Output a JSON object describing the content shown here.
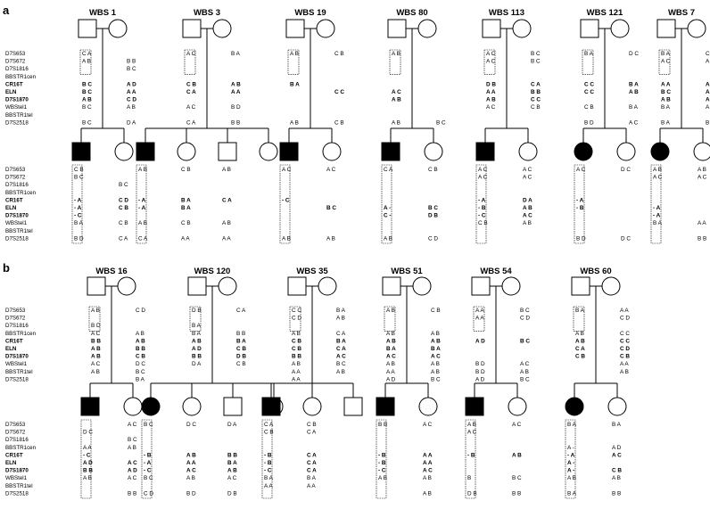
{
  "panels": [
    {
      "label": "a",
      "marker_sets": [
        [
          "D7S653",
          "D7S672",
          "D7S1816",
          "BBSTR1cen",
          "CR16T",
          "ELN",
          "D7S1870",
          "WBStel1",
          "BBSTR1tel",
          "D7S2518"
        ],
        [
          "D7S653",
          "D7S672",
          "D7S1816",
          "BBSTR1cen",
          "CR16T",
          "ELN",
          "D7S1870",
          "WBStel1",
          "BBSTR1tel",
          "D7S2518"
        ]
      ],
      "bold_markers": [
        "CR16T",
        "ELN",
        "D7S1870"
      ],
      "families": [
        {
          "name": "WBS 1",
          "sex": [
            "m",
            "f"
          ],
          "status": "affected",
          "affected_sex": "m",
          "kids": 1,
          "parents": [
            [
              "C A",
              "A B",
              "",
              "",
              "B C",
              "B C",
              "A B",
              "B C",
              "",
              "B C"
            ],
            [
              "",
              "B B",
              "B C",
              "",
              "A D",
              "A A",
              "C D",
              "A B",
              "",
              "D A"
            ]
          ],
          "child": [
            "C B",
            "B C",
            "",
            "",
            "- A",
            "- A",
            "- C",
            "B A",
            "",
            "B D"
          ],
          "sibs": [
            [
              "",
              "",
              "B C",
              "",
              "C D",
              "C B",
              "",
              "C B",
              "",
              "C A"
            ]
          ]
        },
        {
          "name": "WBS 3",
          "sex": [
            "m",
            "f"
          ],
          "status": "affected",
          "affected_sex": "m",
          "kids": 3,
          "parents": [
            [
              "A C",
              "",
              "",
              "",
              "C B",
              "C A",
              "",
              "A C",
              "",
              "C A"
            ],
            [
              "B A",
              "",
              "",
              "",
              "A B",
              "A A",
              "",
              "B D",
              "",
              "B B"
            ]
          ],
          "child": [
            "A B",
            "",
            "",
            "",
            "- A",
            "- A",
            "",
            "A B",
            "",
            "C A"
          ],
          "sibs": [
            [
              "C B",
              "",
              "",
              "",
              "B A",
              "B A",
              "",
              "C B",
              "",
              "A A"
            ],
            [
              "A B",
              "",
              "",
              "",
              "C A",
              "",
              "",
              "A B",
              "",
              "A A"
            ]
          ]
        },
        {
          "name": "WBS 19",
          "sex": [
            "m",
            "f"
          ],
          "status": "affected",
          "affected_sex": "m",
          "kids": 1,
          "parents": [
            [
              "A B",
              "",
              "",
              "",
              "B A",
              "",
              "",
              "",
              "",
              "A B"
            ],
            [
              "C B",
              "",
              "",
              "",
              "",
              "C C",
              "",
              "",
              "",
              "C B"
            ]
          ],
          "child": [
            "A C",
            "",
            "",
            "",
            "- C",
            "",
            "",
            "",
            "",
            "A B"
          ],
          "sibs": [
            [
              "A C",
              "",
              "",
              "",
              "",
              "B C",
              "",
              "",
              "",
              "A B"
            ]
          ]
        },
        {
          "name": "WBS 80",
          "sex": [
            "m",
            "f"
          ],
          "status": "affected",
          "affected_sex": "m",
          "kids": 1,
          "parents": [
            [
              "A B",
              "",
              "",
              "",
              "",
              "A C",
              "A B",
              "",
              "",
              "A B"
            ],
            [
              "",
              "",
              "",
              "",
              "",
              "",
              "",
              "",
              "",
              "B C"
            ]
          ],
          "child": [
            "C A",
            "",
            "",
            "",
            "",
            "A -",
            "C -",
            "",
            "",
            "A B"
          ],
          "sibs": [
            [
              "C B",
              "",
              "",
              "",
              "",
              "B C",
              "D B",
              "",
              "",
              "C D"
            ]
          ]
        },
        {
          "name": "WBS 113",
          "sex": [
            "m",
            "f"
          ],
          "status": "affected",
          "affected_sex": "m",
          "kids": 1,
          "parents": [
            [
              "A C",
              "A C",
              "",
              "",
              "D B",
              "A A",
              "A B",
              "A C",
              "",
              ""
            ],
            [
              "B C",
              "B C",
              "",
              "",
              "C A",
              "B B",
              "C C",
              "C B",
              "",
              ""
            ]
          ],
          "child": [
            "A C",
            "A C",
            "",
            "",
            "- A",
            "- B",
            "- C",
            "C B",
            "",
            ""
          ],
          "sibs": [
            [
              "A C",
              "A C",
              "",
              "",
              "D A",
              "A B",
              "A C",
              "A B",
              "",
              ""
            ]
          ]
        },
        {
          "name": "WBS 121",
          "sex": [
            "m",
            "f"
          ],
          "status": "affected",
          "affected_sex": "f",
          "kids": 1,
          "parents": [
            [
              "B A",
              "",
              "",
              "",
              "C C",
              "C C",
              "",
              "C B",
              "",
              "B D"
            ],
            [
              "D C",
              "",
              "",
              "",
              "B A",
              "A B",
              "",
              "B A",
              "",
              "A C"
            ]
          ],
          "child": [
            "A C",
            "",
            "",
            "",
            "- A",
            "- B",
            "",
            "",
            "",
            "B D"
          ],
          "sibs": [
            [
              "D C",
              "",
              "",
              "",
              "",
              "",
              "",
              "",
              "",
              "D C"
            ]
          ]
        },
        {
          "name": "WBS 7",
          "sex": [
            "m",
            "f"
          ],
          "status": "affected",
          "affected_sex": "f",
          "kids": 1,
          "parents": [
            [
              "B A",
              "A C",
              "",
              "",
              "A A",
              "B C",
              "A B",
              "B A",
              "",
              "B A"
            ],
            [
              "C B",
              "A B",
              "",
              "",
              "A A",
              "A D",
              "A A",
              "A B",
              "",
              "B B"
            ]
          ],
          "child": [
            "A B",
            "A C",
            "",
            "",
            "",
            "- A",
            "- A",
            "B A",
            "",
            ""
          ],
          "sibs": [
            [
              "A B",
              "A C",
              "",
              "",
              "",
              "",
              "",
              "A A",
              "",
              "B B"
            ]
          ]
        }
      ]
    },
    {
      "label": "b",
      "marker_sets": [
        [
          "D7S653",
          "D7S672",
          "D7S1816",
          "BBSTR1cen",
          "CR16T",
          "ELN",
          "D7S1870",
          "WBStel1",
          "BBSTR1tel",
          "D7S2518"
        ],
        [
          "D7S653",
          "D7S672",
          "D7S1816",
          "BBSTR1cen",
          "CR16T",
          "ELN",
          "D7S1870",
          "WBStel1",
          "BBSTR1tel",
          "D7S2518"
        ]
      ],
      "bold_markers": [
        "CR16T",
        "ELN",
        "D7S1870"
      ],
      "families": [
        {
          "name": "WBS 16",
          "sex": [
            "m",
            "f"
          ],
          "status": "affected",
          "affected_sex": "m",
          "kids": 1,
          "parents": [
            [
              "A B",
              "",
              "B D",
              "A C",
              "B B",
              "A B",
              "A B",
              "A C",
              "A B",
              ""
            ],
            [
              "C D",
              "",
              "",
              "A B",
              "A B",
              "B B",
              "C B",
              "D C",
              "B C",
              "B A"
            ]
          ],
          "child": [
            "",
            "D C",
            "",
            "A A",
            "- C",
            "A D",
            "B B",
            "A B",
            "",
            ""
          ],
          "sibs": [
            [
              "A C",
              "",
              "B C",
              "A B",
              "",
              "A C",
              "A D",
              "A C",
              "",
              "B B"
            ]
          ]
        },
        {
          "name": "WBS 120",
          "sex": [
            "m",
            "f"
          ],
          "status": "affected",
          "affected_sex": "f",
          "kids": 3,
          "parents": [
            [
              "D B",
              "",
              "B A",
              "B A",
              "A B",
              "A D",
              "B B",
              "D A",
              "",
              ""
            ],
            [
              "C A",
              "",
              "",
              "B B",
              "B A",
              "C B",
              "D B",
              "C B",
              "",
              ""
            ]
          ],
          "child": [
            "B C",
            "",
            "",
            "",
            "- B",
            "- A",
            "- C",
            "B C",
            "",
            "C D"
          ],
          "sibs": [
            [
              "D C",
              "",
              "",
              "",
              "A B",
              "A A",
              "A C",
              "A B",
              "",
              "B D"
            ],
            [
              "D A",
              "",
              "",
              "",
              "B B",
              "B A",
              "A B",
              "A C",
              "",
              "D B"
            ]
          ]
        },
        {
          "name": "WBS 35",
          "sex": [
            "m",
            "f"
          ],
          "status": "affected",
          "affected_sex": "m",
          "kids": 2,
          "parents": [
            [
              "C C",
              "C D",
              "",
              "A B",
              "C B",
              "C B",
              "B B",
              "A B",
              "A A",
              "A A"
            ],
            [
              "B A",
              "A B",
              "",
              "C A",
              "B A",
              "C A",
              "A C",
              "B C",
              "A B",
              ""
            ]
          ],
          "child": [
            "C A",
            "C B",
            "",
            "",
            "- B",
            "- B",
            "- C",
            "B A",
            "A A",
            ""
          ],
          "sibs": [
            [
              "C B",
              "C A",
              "",
              "",
              "C A",
              "C A",
              "C A",
              "B A",
              "A A",
              ""
            ]
          ]
        },
        {
          "name": "WBS 51",
          "sex": [
            "m",
            "f"
          ],
          "status": "affected",
          "affected_sex": "m",
          "kids": 1,
          "parents": [
            [
              "A B",
              "",
              "",
              "A B",
              "A B",
              "B A",
              "A C",
              "A B",
              "A A",
              "A D"
            ],
            [
              "C B",
              "",
              "",
              "A B",
              "A B",
              "B A",
              "A C",
              "A B",
              "A B",
              "B C"
            ]
          ],
          "child": [
            "B B",
            "",
            "",
            "",
            "- B",
            "- B",
            "- C",
            "A B",
            "",
            ""
          ],
          "sibs": [
            [
              "A C",
              "",
              "",
              "",
              "A A",
              "A A",
              "A C",
              "A B",
              "",
              "A B"
            ]
          ]
        },
        {
          "name": "WBS 54",
          "sex": [
            "m",
            "f"
          ],
          "status": "affected",
          "affected_sex": "m",
          "kids": 1,
          "parents": [
            [
              "A A",
              "A A",
              "",
              "",
              "A D",
              "",
              "",
              "B D",
              "B D",
              "A D"
            ],
            [
              "B C",
              "C D",
              "",
              "",
              "B C",
              "",
              "",
              "A C",
              "A B",
              "B C"
            ]
          ],
          "child": [
            "A B",
            "A C",
            "",
            "",
            "- B",
            "",
            "",
            "B",
            "",
            "D B"
          ],
          "sibs": [
            [
              "A C",
              "",
              "",
              "",
              "A B",
              "",
              "",
              "B C",
              "",
              "B B"
            ]
          ]
        },
        {
          "name": "WBS 60",
          "sex": [
            "m",
            "f"
          ],
          "status": "affected",
          "affected_sex": "f",
          "kids": 1,
          "parents": [
            [
              "B A",
              "",
              "",
              "A B",
              "A B",
              "C A",
              "C B",
              "",
              "",
              ""
            ],
            [
              "A A",
              "C D",
              "",
              "C C",
              "C C",
              "C D",
              "C B",
              "A A",
              "A B",
              ""
            ]
          ],
          "child": [
            "B A",
            "",
            "",
            "A -",
            "- A",
            "A -",
            "A -",
            "A B",
            "",
            "B A"
          ],
          "sibs": [
            [
              "B A",
              "",
              "",
              "A D",
              "A C",
              "",
              "C B",
              "A B",
              "",
              "B B"
            ]
          ]
        }
      ]
    }
  ]
}
